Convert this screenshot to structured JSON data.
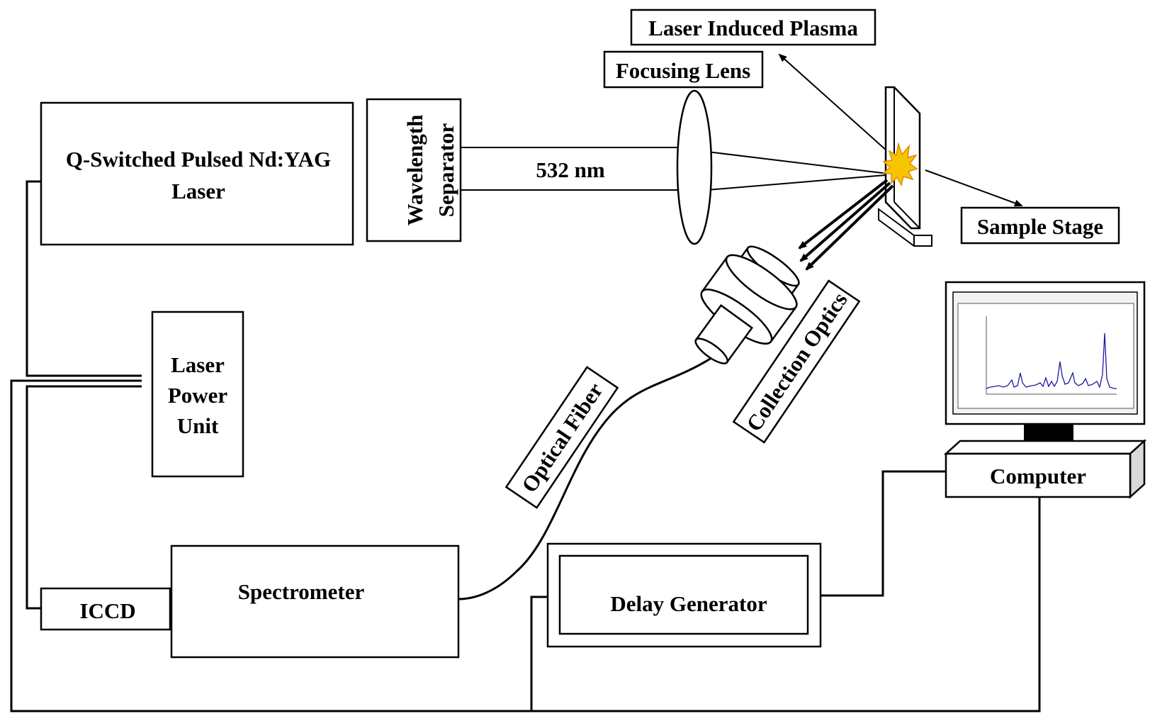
{
  "labels": {
    "laser_line1": "Q-Switched Pulsed Nd:YAG",
    "laser_line2": "Laser",
    "wavelength_separator_line1": "Wavelength",
    "wavelength_separator_line2": "Separator",
    "wavelength": "532 nm",
    "focusing_lens": "Focusing Lens",
    "laser_induced_plasma": "Laser Induced Plasma",
    "sample_stage": "Sample Stage",
    "collection_optics": "Collection Optics",
    "optical_fiber": "Optical Fiber",
    "power_unit_line1": "Laser",
    "power_unit_line2": "Power",
    "power_unit_line3": "Unit",
    "iccd": "ICCD",
    "spectrometer": "Spectrometer",
    "delay_generator": "Delay Generator",
    "computer": "Computer"
  },
  "colors": {
    "line": "#000000",
    "plasma_fill": "#f7c400",
    "plasma_stroke": "#e08a00",
    "spectrum": "#1a1aa0",
    "monitor_bezel": "#f2f2f2",
    "stand": "#000000"
  }
}
